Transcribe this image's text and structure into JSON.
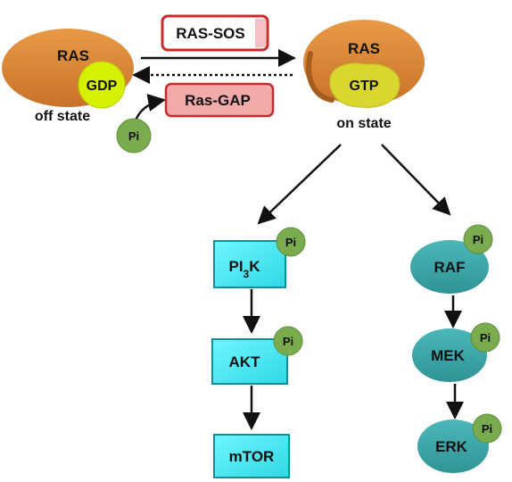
{
  "ras_off": {
    "protein_label": "RAS",
    "nucleotide_label": "GDP",
    "state_label": "off state"
  },
  "ras_on": {
    "protein_label": "RAS",
    "nucleotide_label": "GTP",
    "state_label": "on state"
  },
  "gef_label": "RAS-SOS",
  "gap_label": "Ras-GAP",
  "phosphate_label": "Pi",
  "pi3k_branch": {
    "pi3k_prefix": "PI",
    "pi3k_subscript": "3",
    "pi3k_suffix": "K",
    "akt": "AKT",
    "mtor": "mTOR"
  },
  "mapk_branch": {
    "raf": "RAF",
    "mek": "MEK",
    "erk": "ERK"
  },
  "colors": {
    "ras": "#d9842f",
    "ras_dark": "#b86a1f",
    "gdp": "#d7f000",
    "gtp": "#d9d630",
    "phosphate": "#7aab4e",
    "gef_box_border": "#cc2a2a",
    "gap_box_fill": "#f2aaaa",
    "pi3k_box": "#3fe8f2",
    "mapk_ellipse": "#3fa6a8"
  }
}
